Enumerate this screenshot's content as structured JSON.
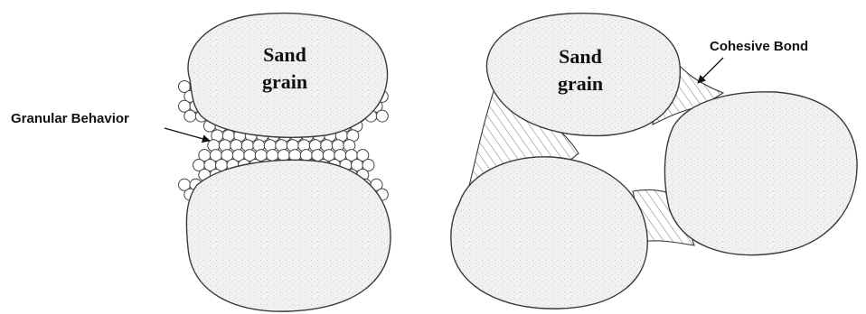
{
  "left_panel": {
    "grain_label_line1": "Sand",
    "grain_label_line2": "grain",
    "callout": "Granular Behavior"
  },
  "right_panel": {
    "grain_label_line1": "Sand",
    "grain_label_line2": "grain",
    "callout": "Cohesive Bond"
  }
}
